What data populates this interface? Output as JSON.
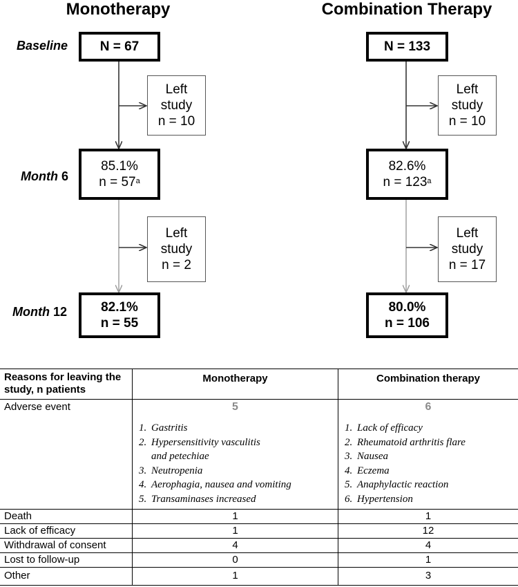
{
  "flow": {
    "mono": {
      "title": "Monotherapy",
      "baseline": "N = 67",
      "left1": [
        "Left",
        "study",
        "n = 10"
      ],
      "m6_pct": "85.1%",
      "m6_n": "n = 57",
      "m6_sup": "a",
      "left2": [
        "Left",
        "study",
        "n = 2"
      ],
      "m12_pct": "82.1%",
      "m12_n": "n = 55"
    },
    "combo": {
      "title": "Combination Therapy",
      "baseline": "N = 133",
      "left1": [
        "Left",
        "study",
        "n = 10"
      ],
      "m6_pct": "82.6%",
      "m6_n": "n = 123",
      "m6_sup": "a",
      "left2": [
        "Left",
        "study",
        "n = 17"
      ],
      "m12_pct": "80.0%",
      "m12_n": "n = 106"
    },
    "rows": {
      "baseline": "Baseline",
      "month6_word": "Month",
      "month6_num": " 6",
      "month12_word": "Month",
      "month12_num": " 12"
    }
  },
  "table": {
    "headers": [
      "Reasons for leaving the study, n patients",
      "Monotherapy",
      "Combination therapy"
    ],
    "adverse": {
      "label": "Adverse event",
      "mono_count": "5",
      "combo_count": "6",
      "mono_items": [
        "Gastritis",
        "Hypersensitivity vasculitis and petechiae",
        "Neutropenia",
        "Aerophagia, nausea and vomiting",
        "Transaminases increased"
      ],
      "combo_items": [
        "Lack of efficacy",
        "Rheumatoid arthritis flare",
        "Nausea",
        "Eczema",
        "Anaphylactic reaction",
        "Hypertension"
      ]
    },
    "rows": [
      {
        "label": "Death",
        "mono": "1",
        "combo": "1"
      },
      {
        "label": "Lack of efficacy",
        "mono": "1",
        "combo": "12"
      },
      {
        "label": "Withdrawal of consent",
        "mono": "4",
        "combo": "4"
      },
      {
        "label": "Lost to follow-up",
        "mono": "0",
        "combo": "1"
      },
      {
        "label": "Other",
        "mono": "1",
        "combo": "3"
      }
    ]
  }
}
